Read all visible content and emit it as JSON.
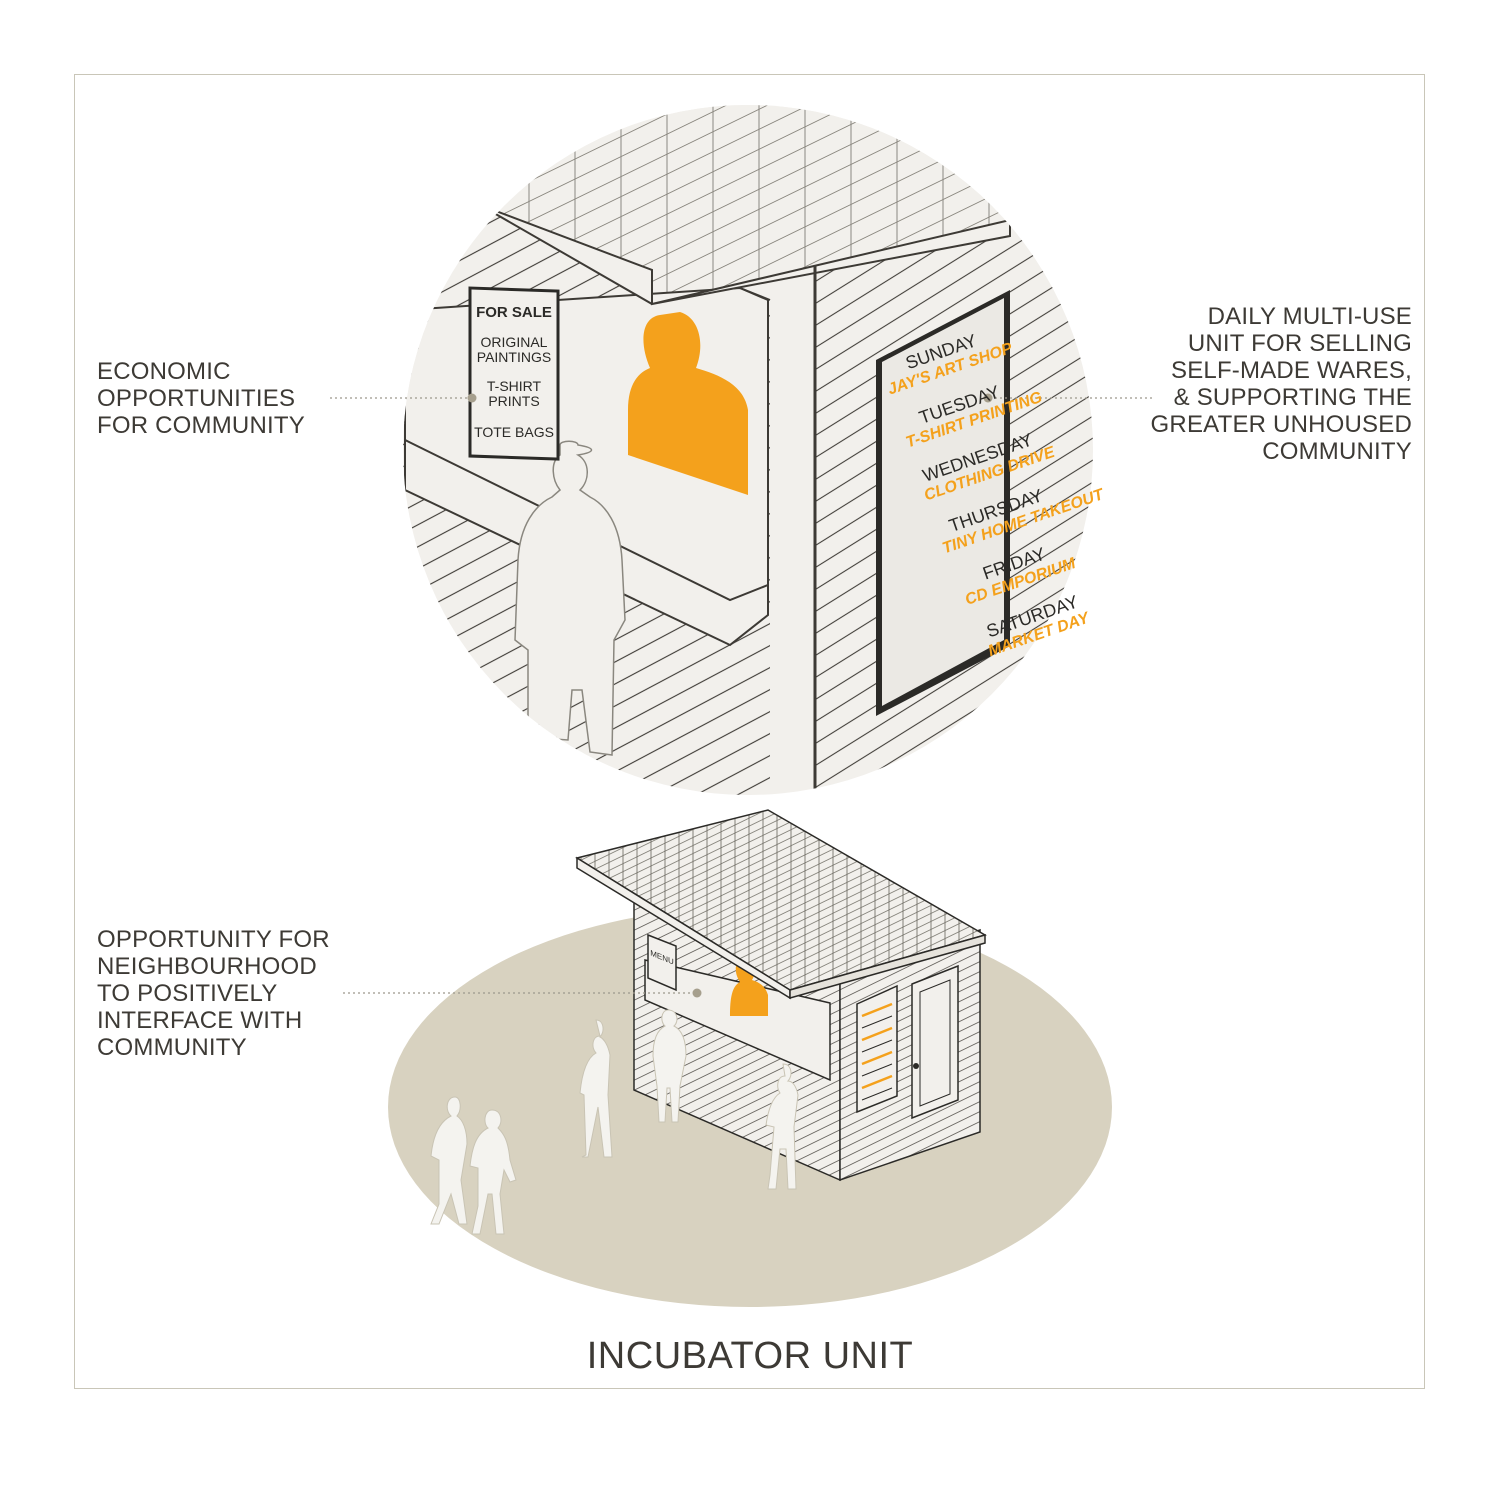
{
  "title": "INCUBATOR UNIT",
  "labels": {
    "economic": [
      "ECONOMIC",
      "OPPORTUNITIES",
      "FOR COMMUNITY"
    ],
    "daily": [
      "DAILY MULTI-USE",
      "UNIT FOR SELLING",
      "SELF-MADE WARES,",
      "& SUPPORTING THE",
      "GREATER UNHOUSED",
      "COMMUNITY"
    ],
    "neighbourhood": [
      "OPPORTUNITY FOR",
      "NEIGHBOURHOOD",
      "TO POSITIVELY",
      "INTERFACE WITH",
      "COMMUNITY"
    ]
  },
  "for_sale_sign": {
    "heading": "FOR SALE",
    "items": [
      "ORIGINAL",
      "PAINTINGS",
      "T-SHIRT",
      "PRINTS",
      "TOTE BAGS"
    ]
  },
  "schedule": [
    {
      "day": "SUNDAY",
      "business": "JAY'S ART SHOP"
    },
    {
      "day": "TUESDAY",
      "business": "T-SHIRT PRINTING"
    },
    {
      "day": "WEDNESDAY",
      "business": "CLOTHING DRIVE"
    },
    {
      "day": "THURSDAY",
      "business": "TINY HOME TAKEOUT"
    },
    {
      "day": "FRIDAY",
      "business": "CD EMPORIUM"
    },
    {
      "day": "SATURDAY",
      "business": "MARKET DAY"
    }
  ],
  "menu_sign": "MENU",
  "colors": {
    "accent": "#f4a11c",
    "line": "#3d3a35",
    "ground": "#d8d2c0",
    "panel": "#f2f0ec"
  }
}
